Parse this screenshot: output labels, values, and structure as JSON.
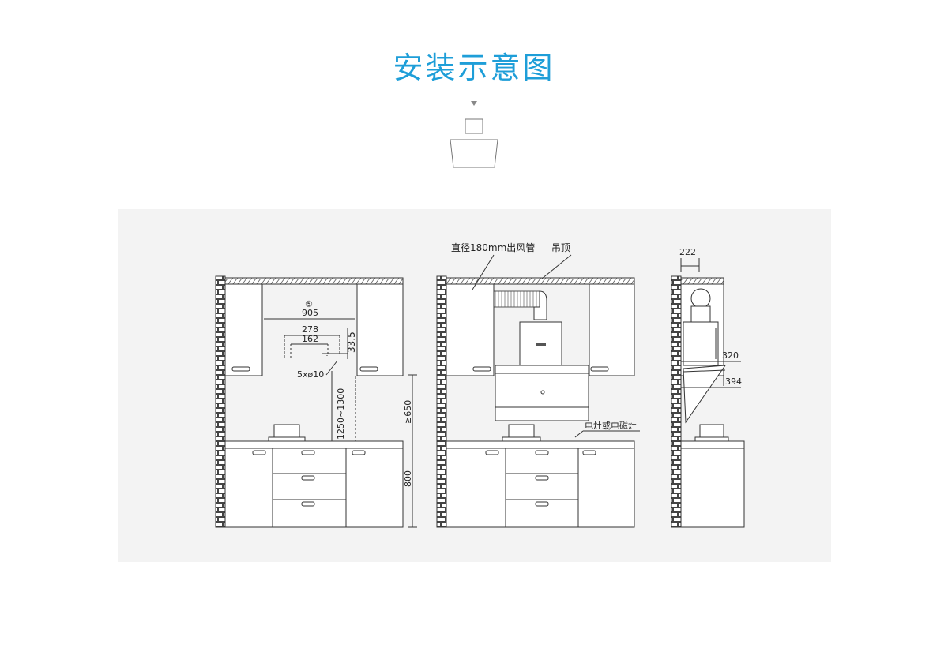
{
  "page": {
    "title": "安装示意图"
  },
  "diagram": {
    "left_view": {
      "circled_marker": "⑤",
      "width_905": "905",
      "width_278": "278",
      "width_162": "162",
      "offset_33_5": "33.5",
      "holes": "5xø10",
      "height_range": "1250~1300",
      "height_650": "≥650",
      "height_800": "800"
    },
    "middle_view": {
      "duct_label": "直径180mm出风管",
      "ceiling_label": "吊顶",
      "stove_label": "电灶或电磁灶"
    },
    "right_view": {
      "depth_222": "222",
      "depth_320": "320",
      "depth_394": "394"
    }
  }
}
